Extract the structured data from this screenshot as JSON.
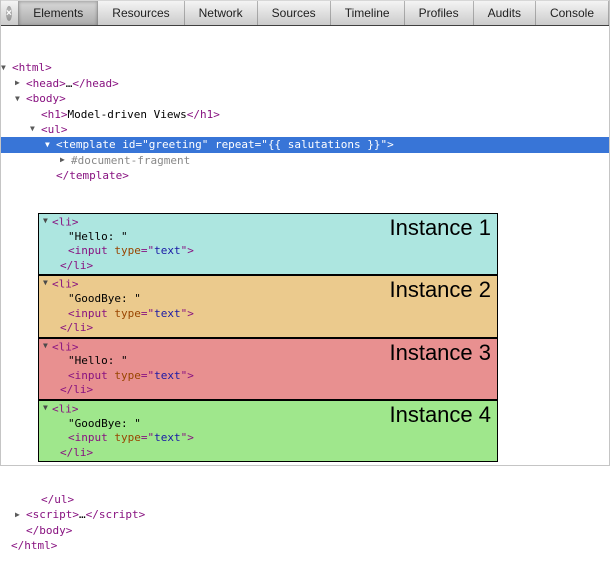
{
  "colors": {
    "selection_blue": "#3875d7",
    "tag_purple": "#881280",
    "attribute_orange": "#994500",
    "value_blue": "#1a1aa6",
    "fragment_gray": "#888888"
  },
  "toolbar": {
    "close_glyph": "×",
    "tabs": [
      {
        "label": "Elements",
        "selected": true
      },
      {
        "label": "Resources",
        "selected": false
      },
      {
        "label": "Network",
        "selected": false
      },
      {
        "label": "Sources",
        "selected": false
      },
      {
        "label": "Timeline",
        "selected": false
      },
      {
        "label": "Profiles",
        "selected": false
      },
      {
        "label": "Audits",
        "selected": false
      },
      {
        "label": "Console",
        "selected": false
      }
    ]
  },
  "tree": {
    "rows_top": [
      {
        "name": "node-html-open",
        "indent": 0,
        "tri": "down",
        "parts": [
          {
            "c": "tag",
            "v": "<html>"
          }
        ]
      },
      {
        "name": "node-head",
        "indent": 1,
        "tri": "right",
        "parts": [
          {
            "c": "tag",
            "v": "<head>"
          },
          {
            "c": "txt",
            "v": "…"
          },
          {
            "c": "tag",
            "v": "</head>"
          }
        ]
      },
      {
        "name": "node-body-open",
        "indent": 1,
        "tri": "down",
        "parts": [
          {
            "c": "tag",
            "v": "<body>"
          }
        ]
      },
      {
        "name": "node-h1",
        "indent": 2,
        "parts": [
          {
            "c": "tag",
            "v": "<h1>"
          },
          {
            "c": "txt",
            "v": "Model-driven Views"
          },
          {
            "c": "tag",
            "v": "</h1>"
          }
        ]
      },
      {
        "name": "node-ul-open",
        "indent": 2,
        "tri": "down",
        "parts": [
          {
            "c": "tag",
            "v": "<ul>"
          }
        ]
      },
      {
        "name": "node-template-open",
        "indent": 3,
        "tri": "down",
        "selected": true,
        "parts": [
          {
            "c": "tag",
            "v": "<template id=\"greeting\" repeat=\"{{ salutations }}\">"
          }
        ]
      },
      {
        "name": "node-document-fragment",
        "indent": 4,
        "tri": "right",
        "parts": [
          {
            "c": "frag",
            "v": "#document-fragment"
          }
        ]
      },
      {
        "name": "node-template-close",
        "indent": 3,
        "parts": [
          {
            "c": "tag",
            "v": "</template>"
          }
        ]
      }
    ],
    "input_parts": [
      {
        "c": "tag",
        "v": "<input "
      },
      {
        "c": "attr",
        "v": "type"
      },
      {
        "c": "tag",
        "v": "=\""
      },
      {
        "c": "val",
        "v": "text"
      },
      {
        "c": "tag",
        "v": "\">"
      }
    ],
    "instances": [
      {
        "label": "Instance 1",
        "bg": "#ade6e0",
        "open": "<li>",
        "text": "\"Hello: \"",
        "close": "</li>"
      },
      {
        "label": "Instance 2",
        "bg": "#ebca8d",
        "open": "<li>",
        "text": "\"GoodBye: \"",
        "close": "</li>"
      },
      {
        "label": "Instance 3",
        "bg": "#e89090",
        "open": "<li>",
        "text": "\"Hello: \"",
        "close": "</li>"
      },
      {
        "label": "Instance 4",
        "bg": "#9fe78c",
        "open": "<li>",
        "text": "\"GoodBye: \"",
        "close": "</li>"
      }
    ],
    "rows_bottom": [
      {
        "name": "node-ul-close",
        "indent": 2,
        "parts": [
          {
            "c": "tag",
            "v": "</ul>"
          }
        ]
      },
      {
        "name": "node-script",
        "indent": 1,
        "tri": "right",
        "parts": [
          {
            "c": "tag",
            "v": "<script>"
          },
          {
            "c": "txt",
            "v": "…"
          },
          {
            "c": "tag",
            "v": "</script>"
          }
        ]
      },
      {
        "name": "node-body-close",
        "indent": 1,
        "parts": [
          {
            "c": "tag",
            "v": "</body>"
          }
        ]
      },
      {
        "name": "node-html-close",
        "indent": 0,
        "parts": [
          {
            "c": "tag",
            "v": "</html>"
          }
        ]
      }
    ]
  }
}
